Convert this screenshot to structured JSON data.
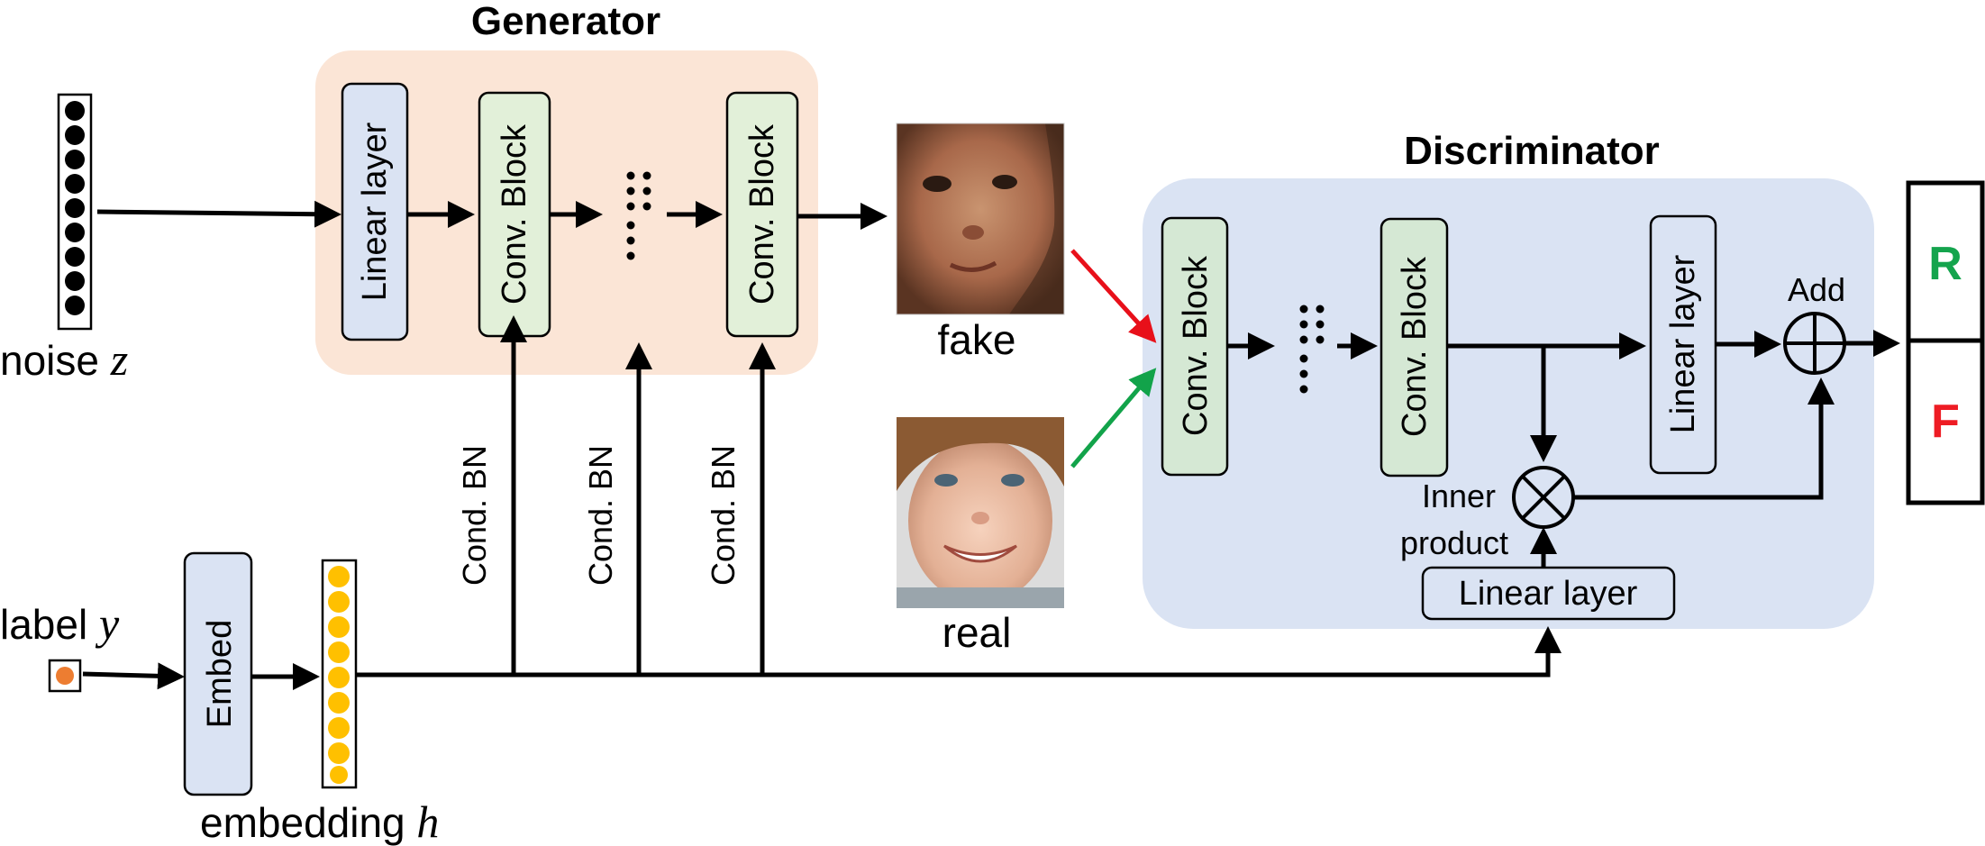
{
  "generator": {
    "title": "Generator",
    "linear_layer": "Linear layer",
    "conv_block_1": "Conv. Block",
    "conv_block_2": "Conv. Block",
    "ellipsis": "……",
    "cond_bn": [
      "Cond. BN",
      "Cond. BN",
      "Cond. BN"
    ]
  },
  "discriminator": {
    "title": "Discriminator",
    "conv_block_1": "Conv. Block",
    "conv_block_2": "Conv. Block",
    "ellipsis": "……",
    "linear_layer_top": "Linear layer",
    "linear_layer_bottom": "Linear layer",
    "add_label": "Add",
    "inner_product_line1": "Inner",
    "inner_product_line2": "product"
  },
  "inputs": {
    "noise_label": "noise",
    "noise_var": "z",
    "label_label": "label",
    "label_var": "y",
    "embed": "Embed",
    "embedding_label": "embedding",
    "embedding_var": "h"
  },
  "images": {
    "fake_label": "fake",
    "real_label": "real"
  },
  "output": {
    "real": "R",
    "fake": "F"
  },
  "colors": {
    "generator_panel": "#fbe5d6",
    "discriminator_panel": "#dae3f3",
    "fake_arrow": "#e8101a",
    "real_arrow": "#12a34a",
    "output_real": "#14a44d",
    "output_fake": "#ee1c24",
    "embedding_dots": "#ffc000",
    "label_dot": "#ed7d31"
  }
}
